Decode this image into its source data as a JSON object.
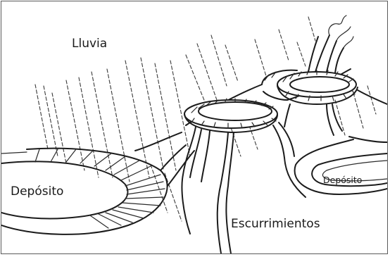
{
  "labels": {
    "rain": "Lluvia",
    "deposit_left": "Depósito",
    "deposit_right": "Depósito",
    "runoff": "Escurrimientos"
  }
}
